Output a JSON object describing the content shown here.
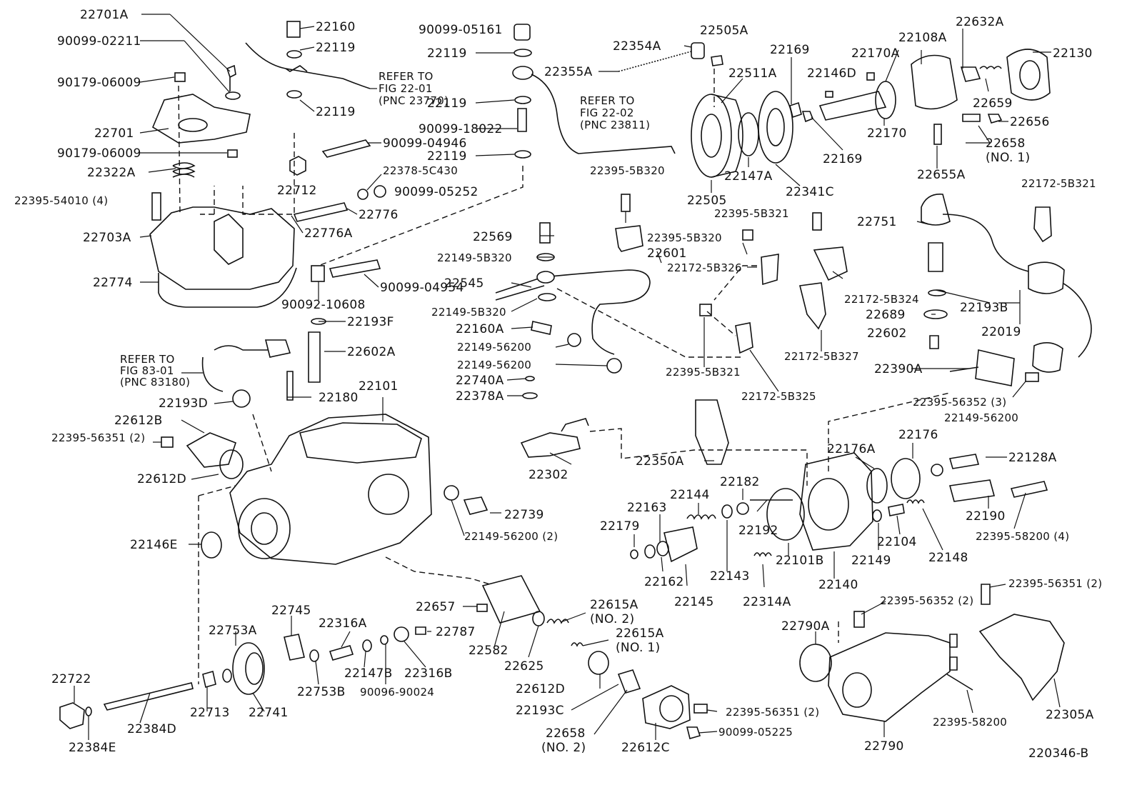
{
  "diagram_id": "220346-B",
  "labels": [
    {
      "id": "l01",
      "text": "22701A"
    },
    {
      "id": "l02",
      "text": "90099-02211"
    },
    {
      "id": "l03",
      "text": "90179-06009"
    },
    {
      "id": "l04",
      "text": "22701"
    },
    {
      "id": "l05",
      "text": "90179-06009"
    },
    {
      "id": "l06",
      "text": "22322A"
    },
    {
      "id": "l07",
      "text": "22395-54010 (4)"
    },
    {
      "id": "l08",
      "text": "22703A"
    },
    {
      "id": "l09",
      "text": "22774"
    },
    {
      "id": "l10",
      "text": "22160"
    },
    {
      "id": "l11",
      "text": "22119"
    },
    {
      "id": "l12",
      "text": "REFER TO"
    },
    {
      "id": "l13",
      "text": "FIG 22-01"
    },
    {
      "id": "l14",
      "text": "(PNC 23770)"
    },
    {
      "id": "l15",
      "text": "22119"
    },
    {
      "id": "l16",
      "text": "90099-04946"
    },
    {
      "id": "l17",
      "text": "22712"
    },
    {
      "id": "l18",
      "text": "22378-5C430"
    },
    {
      "id": "l19",
      "text": "90099-05252"
    },
    {
      "id": "l20",
      "text": "22776"
    },
    {
      "id": "l21",
      "text": "22776A"
    },
    {
      "id": "l22",
      "text": "90099-04954"
    },
    {
      "id": "l23",
      "text": "90092-10608"
    },
    {
      "id": "l24",
      "text": "22193F"
    },
    {
      "id": "l25",
      "text": "90099-05161"
    },
    {
      "id": "l26",
      "text": "22119"
    },
    {
      "id": "l27",
      "text": "22119"
    },
    {
      "id": "l28",
      "text": "90099-18022"
    },
    {
      "id": "l29",
      "text": "22119"
    },
    {
      "id": "l30",
      "text": "22354A"
    },
    {
      "id": "l31",
      "text": "22505A"
    },
    {
      "id": "l32",
      "text": "22355A"
    },
    {
      "id": "l33",
      "text": "REFER TO"
    },
    {
      "id": "l34",
      "text": "FIG 22-02"
    },
    {
      "id": "l35",
      "text": "(PNC 23811)"
    },
    {
      "id": "l36",
      "text": "22395-5B320"
    },
    {
      "id": "l37",
      "text": "22169"
    },
    {
      "id": "l38",
      "text": "22511A"
    },
    {
      "id": "l39",
      "text": "22146D"
    },
    {
      "id": "l40",
      "text": "22170A"
    },
    {
      "id": "l41",
      "text": "22108A"
    },
    {
      "id": "l42",
      "text": "22632A"
    },
    {
      "id": "l43",
      "text": "22130"
    },
    {
      "id": "l44",
      "text": "22659"
    },
    {
      "id": "l45",
      "text": "22656"
    },
    {
      "id": "l46",
      "text": "22658"
    },
    {
      "id": "l47",
      "text": "(NO. 1)"
    },
    {
      "id": "l48",
      "text": "22655A"
    },
    {
      "id": "l49",
      "text": "22170"
    },
    {
      "id": "l50",
      "text": "22169"
    },
    {
      "id": "l51",
      "text": "22505"
    },
    {
      "id": "l52",
      "text": "22147A"
    },
    {
      "id": "l53",
      "text": "22341C"
    },
    {
      "id": "l54",
      "text": "22172-5B321"
    },
    {
      "id": "l55",
      "text": "22395-5B321"
    },
    {
      "id": "l56",
      "text": "22751"
    },
    {
      "id": "l57",
      "text": "22569"
    },
    {
      "id": "l58",
      "text": "22395-5B320"
    },
    {
      "id": "l59",
      "text": "22149-5B320"
    },
    {
      "id": "l60",
      "text": "22601"
    },
    {
      "id": "l61",
      "text": "22172-5B326"
    },
    {
      "id": "l62",
      "text": "22545"
    },
    {
      "id": "l63",
      "text": "22149-5B320"
    },
    {
      "id": "l64",
      "text": "22172-5B324"
    },
    {
      "id": "l65",
      "text": "22193B"
    },
    {
      "id": "l66",
      "text": "22689"
    },
    {
      "id": "l67",
      "text": "22019"
    },
    {
      "id": "l68",
      "text": "22602"
    },
    {
      "id": "l69",
      "text": "22160A"
    },
    {
      "id": "l70",
      "text": "22149-56200"
    },
    {
      "id": "l71",
      "text": "22149-56200"
    },
    {
      "id": "l72",
      "text": "22740A"
    },
    {
      "id": "l73",
      "text": "22378A"
    },
    {
      "id": "l74",
      "text": "22172-5B327"
    },
    {
      "id": "l75",
      "text": "22390A"
    },
    {
      "id": "l76",
      "text": "22395-5B321"
    },
    {
      "id": "l77",
      "text": "22172-5B325"
    },
    {
      "id": "l78",
      "text": "22395-56352 (3)"
    },
    {
      "id": "l79",
      "text": "22149-56200"
    },
    {
      "id": "l80",
      "text": "REFER TO"
    },
    {
      "id": "l81",
      "text": "FIG 83-01"
    },
    {
      "id": "l82",
      "text": "(PNC 83180)"
    },
    {
      "id": "l83",
      "text": "22602A"
    },
    {
      "id": "l84",
      "text": "22101"
    },
    {
      "id": "l85",
      "text": "22193D"
    },
    {
      "id": "l86",
      "text": "22180"
    },
    {
      "id": "l87",
      "text": "22612B"
    },
    {
      "id": "l88",
      "text": "22395-56351 (2)"
    },
    {
      "id": "l89",
      "text": "22612D"
    },
    {
      "id": "l90",
      "text": "22302"
    },
    {
      "id": "l91",
      "text": "22350A"
    },
    {
      "id": "l92",
      "text": "22176A"
    },
    {
      "id": "l93",
      "text": "22176"
    },
    {
      "id": "l94",
      "text": "22128A"
    },
    {
      "id": "l95",
      "text": "22182"
    },
    {
      "id": "l96",
      "text": "22144"
    },
    {
      "id": "l97",
      "text": "22163"
    },
    {
      "id": "l98",
      "text": "22179"
    },
    {
      "id": "l99",
      "text": "22192"
    },
    {
      "id": "l100",
      "text": "22190"
    },
    {
      "id": "l101",
      "text": "22395-58200 (4)"
    },
    {
      "id": "l102",
      "text": "22739"
    },
    {
      "id": "l103",
      "text": "22149-56200 (2)"
    },
    {
      "id": "l104",
      "text": "22146E"
    },
    {
      "id": "l105",
      "text": "22162"
    },
    {
      "id": "l106",
      "text": "22143"
    },
    {
      "id": "l107",
      "text": "22101B"
    },
    {
      "id": "l108",
      "text": "22149"
    },
    {
      "id": "l109",
      "text": "22104"
    },
    {
      "id": "l110",
      "text": "22148"
    },
    {
      "id": "l111",
      "text": "22145"
    },
    {
      "id": "l112",
      "text": "22314A"
    },
    {
      "id": "l113",
      "text": "22140"
    },
    {
      "id": "l114",
      "text": "22657"
    },
    {
      "id": "l115",
      "text": "22615A"
    },
    {
      "id": "l116",
      "text": "(NO. 2)"
    },
    {
      "id": "l117",
      "text": "22615A"
    },
    {
      "id": "l118",
      "text": "(NO. 1)"
    },
    {
      "id": "l119",
      "text": "22395-56352 (2)"
    },
    {
      "id": "l120",
      "text": "22395-56351 (2)"
    },
    {
      "id": "l121",
      "text": "22745"
    },
    {
      "id": "l122",
      "text": "22753A"
    },
    {
      "id": "l123",
      "text": "22316A"
    },
    {
      "id": "l124",
      "text": "22787"
    },
    {
      "id": "l125",
      "text": "22582"
    },
    {
      "id": "l126",
      "text": "22625"
    },
    {
      "id": "l127",
      "text": "22790A"
    },
    {
      "id": "l128",
      "text": "22722"
    },
    {
      "id": "l129",
      "text": "22147B"
    },
    {
      "id": "l130",
      "text": "22316B"
    },
    {
      "id": "l131",
      "text": "22612D"
    },
    {
      "id": "l132",
      "text": "22753B"
    },
    {
      "id": "l133",
      "text": "90096-90024"
    },
    {
      "id": "l134",
      "text": "22193C"
    },
    {
      "id": "l135",
      "text": "22395-56351 (2)"
    },
    {
      "id": "l136",
      "text": "22713"
    },
    {
      "id": "l137",
      "text": "22741"
    },
    {
      "id": "l138",
      "text": "22384D"
    },
    {
      "id": "l139",
      "text": "22384E"
    },
    {
      "id": "l140",
      "text": "22658"
    },
    {
      "id": "l141",
      "text": "(NO. 2)"
    },
    {
      "id": "l142",
      "text": "22612C"
    },
    {
      "id": "l143",
      "text": "90099-05225"
    },
    {
      "id": "l144",
      "text": "22395-58200"
    },
    {
      "id": "l145",
      "text": "22790"
    },
    {
      "id": "l146",
      "text": "22305A"
    }
  ]
}
